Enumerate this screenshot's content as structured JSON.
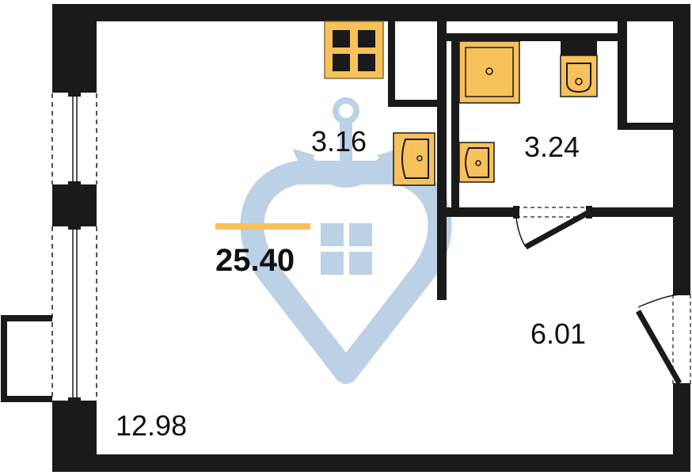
{
  "plan": {
    "total_area": "25.40",
    "rooms": [
      {
        "id": "living",
        "area": "12.98"
      },
      {
        "id": "kitchen",
        "area": "3.16"
      },
      {
        "id": "bathroom",
        "area": "3.24"
      },
      {
        "id": "hallway",
        "area": "6.01"
      }
    ]
  },
  "colors": {
    "wall": "#1a1a1a",
    "fixture": "#f7c15c",
    "total_underline": "#f7c15c",
    "watermark": "#b8cfe4"
  },
  "icons": [
    "stove-icon",
    "sink-icon",
    "shower-tray-icon",
    "washbasin-icon",
    "toilet-icon",
    "anchor-watermark-icon",
    "window-icon",
    "door-icon"
  ]
}
